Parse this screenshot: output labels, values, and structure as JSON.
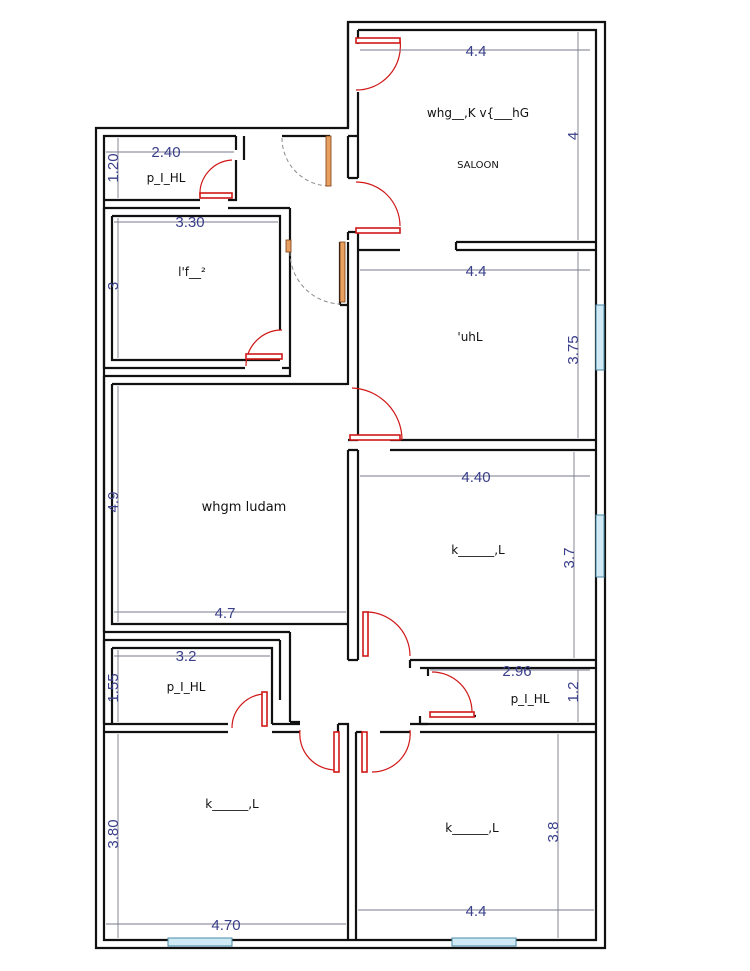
{
  "rooms": {
    "salon_ar": "whg__,K v{___hG",
    "salon_en": "SALOON",
    "bath_top": "p_I_HL",
    "kitchen": "l'f__²",
    "dining": "'uhL",
    "living": "whgm ludam",
    "bedroom_mid_right": "k______,L",
    "bath_left": "p_I_HL",
    "bath_right": "p_I_HL",
    "bedroom_bottom_left": "k______,L",
    "bedroom_bottom_right": "k______,L"
  },
  "dimensions": {
    "salon_width": "4.4",
    "salon_height": "4",
    "bath_top_width": "2.40",
    "bath_top_height": "1.20",
    "kitchen_width": "3.30",
    "kitchen_height": "3",
    "dining_width": "4.4",
    "dining_height": "3.75",
    "living_height": "4.9",
    "living_width": "4.7",
    "bedroom_mid_width": "4.40",
    "bedroom_mid_height": "3.7",
    "bath_left_width": "3.2",
    "bath_left_height": "1.55",
    "bath_right_width": "2.96",
    "bath_right_height": "1.2",
    "bedroom_bl_height": "3.80",
    "bedroom_bl_width": "4.70",
    "bedroom_br_height": "3.8",
    "bedroom_br_width": "4.4"
  },
  "colors": {
    "wall": "#111111",
    "door": "#d01818",
    "dimension_text": "#3a3f8a",
    "window": "#cfeaf5"
  }
}
